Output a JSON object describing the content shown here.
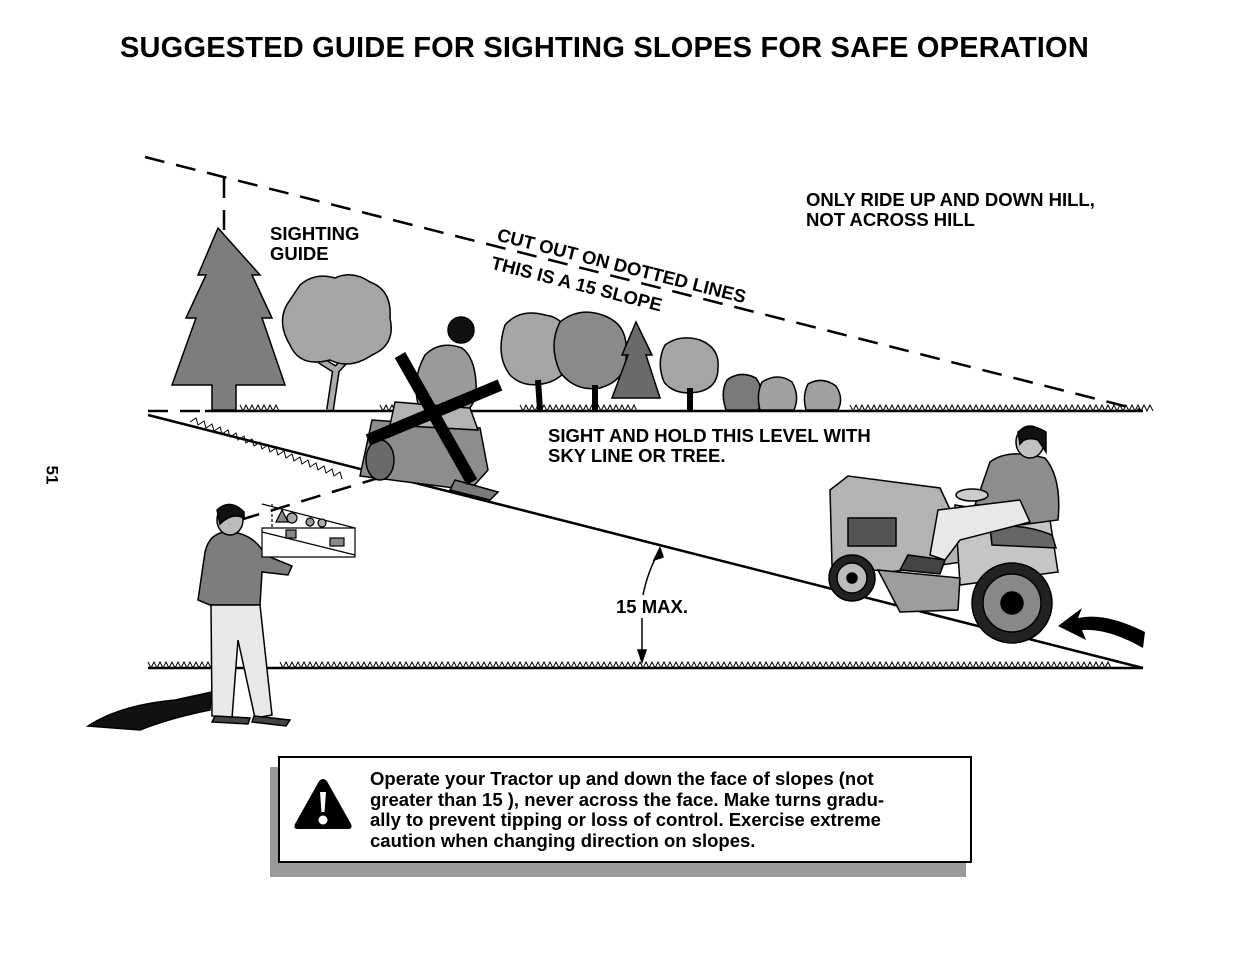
{
  "page": {
    "title": "SUGGESTED GUIDE FOR SIGHTING SLOPES FOR SAFE OPERATION",
    "page_number": "51"
  },
  "labels": {
    "sighting_guide": [
      "SIGHTING",
      "GUIDE"
    ],
    "ride_up_down": [
      "ONLY RIDE UP AND DOWN HILL,",
      "NOT ACROSS HILL"
    ],
    "cut_out": "CUT OUT ON DOTTED LINES",
    "slope_note": "THIS IS A 15  SLOPE",
    "sight_hold": [
      "SIGHT AND HOLD THIS LEVEL WITH",
      "SKY LINE OR TREE."
    ],
    "max_angle": "15  MAX."
  },
  "warning": {
    "icon": "warning-triangle-icon",
    "lines": [
      "Operate your Tractor up and down the face of slopes (not",
      "greater than 15 ), never across the face. Make turns gradu-",
      "ally to prevent tipping or loss of control. Exercise extreme",
      "caution when changing direction on slopes."
    ]
  },
  "colors": {
    "ink": "#000000",
    "gray_dark": "#6e6e6e",
    "gray_mid": "#9b9b9b",
    "gray_light": "#c8c8c8",
    "shadow": "#9a9a9a"
  }
}
